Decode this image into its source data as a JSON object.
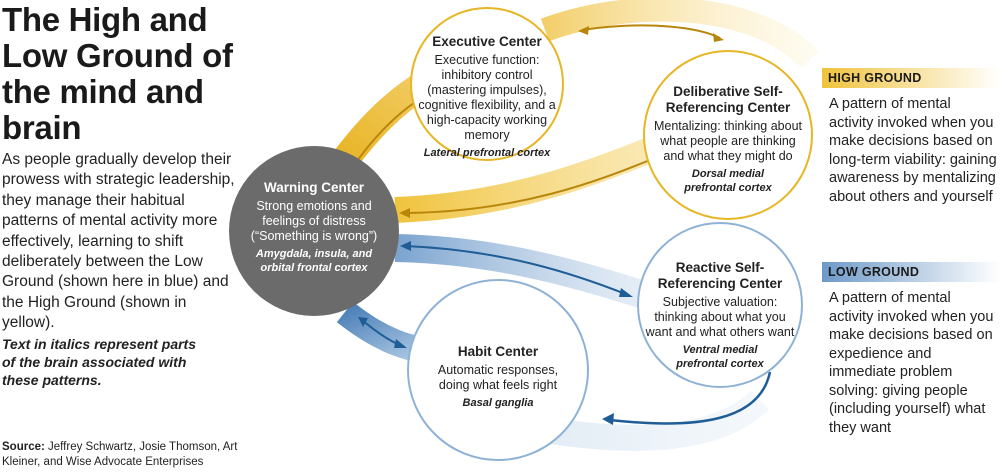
{
  "title": "The High and Low Ground of the mind and brain",
  "intro": "As people gradually develop their prowess with strategic leadership, they manage their habitual patterns of mental activity more effectively, learning to shift deliberately between the Low Ground (shown here in blue) and the High Ground (shown in yellow).",
  "note": "Text in italics represent parts of the brain associated with these patterns.",
  "source": {
    "label": "Source:",
    "text": "Jeffrey Schwartz, Josie Thomson, Art Kleiner, and Wise Advocate Enterprises"
  },
  "colors": {
    "high": "#f0c33c",
    "low": "#5e8dbf",
    "warning": "#6b6b6b",
    "high_border": "#e6b625",
    "low_border": "#8eb2d6"
  },
  "nodes": {
    "warning": {
      "title": "Warning Center",
      "desc": "Strong emotions and feelings of distress (“Something is wrong”)",
      "brain": "Amygdala, insula, and orbital frontal cortex"
    },
    "executive": {
      "title": "Executive Center",
      "desc": "Executive function: inhibitory control (mastering impulses), cognitive flexibility, and a high-capacity working memory",
      "brain": "Lateral prefrontal cortex"
    },
    "deliberative": {
      "title": "Deliberative Self-Referencing Center",
      "desc": "Mentalizing: thinking about what people are thinking and what they might do",
      "brain": "Dorsal medial prefrontal cortex"
    },
    "reactive": {
      "title": "Reactive Self-Referencing Center",
      "desc": "Subjective valuation: thinking about what you want and what others want",
      "brain": "Ventral medial prefrontal cortex"
    },
    "habit": {
      "title": "Habit Center",
      "desc": "Automatic responses, doing what feels right",
      "brain": "Basal ganglia"
    }
  },
  "legend": {
    "high": {
      "label": "HIGH GROUND",
      "text": "A pattern of mental activity invoked when you make decisions based on long-term viability: gaining awareness by mentalizing about others and yourself"
    },
    "low": {
      "label": "LOW GROUND",
      "text": "A pattern of mental activity invoked when you make decisions based on expedience and immediate problem solving: giving people (including yourself) what they want"
    }
  }
}
